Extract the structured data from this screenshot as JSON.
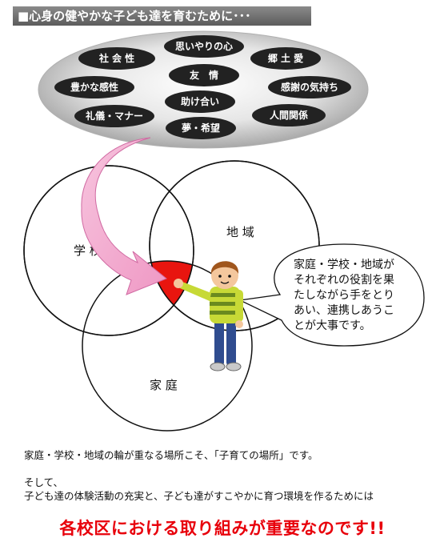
{
  "header": {
    "title": "■心身の健やかな子ども達を育むために･･･"
  },
  "values_cloud": {
    "items": [
      {
        "key": "shakaisei",
        "label": "社 会 性"
      },
      {
        "key": "omoiyari",
        "label": "思いやりの心"
      },
      {
        "key": "kyodoai",
        "label": "郷 土 愛"
      },
      {
        "key": "yujo",
        "label": "友　情"
      },
      {
        "key": "yutaka",
        "label": "豊かな感性"
      },
      {
        "key": "kansha",
        "label": "感謝の気持ち"
      },
      {
        "key": "tasukeai",
        "label": "助け合い"
      },
      {
        "key": "reigi",
        "label": "礼儀・マナー"
      },
      {
        "key": "ningen",
        "label": "人間関係"
      },
      {
        "key": "yume",
        "label": "夢・希望"
      }
    ]
  },
  "venn": {
    "school": "学 校",
    "community": "地 域",
    "home": "家 庭",
    "overlap_color": "#e8150f"
  },
  "speech_bubble": {
    "lines": [
      "家庭・学校・地域が",
      "それぞれの役割を果",
      "たしながら手をとり",
      "あい、連携しあうこ",
      "とが大事です。"
    ]
  },
  "body": {
    "line1": "家庭・学校・地域の輪が重なる場所こそ、「子育ての場所」です。",
    "line2": "そして、",
    "line3": "子ども達の体験活動の充実と、子ども達がすこやかに育つ環境を作るためには",
    "emphasis": "各校区における取り組みが重要なのです!!"
  },
  "colors": {
    "header_bg": "#6e6e6e",
    "arrow_pink": "#f4a9cf",
    "emphasis_red": "#e8000b",
    "cloud_dark": "#222222"
  }
}
